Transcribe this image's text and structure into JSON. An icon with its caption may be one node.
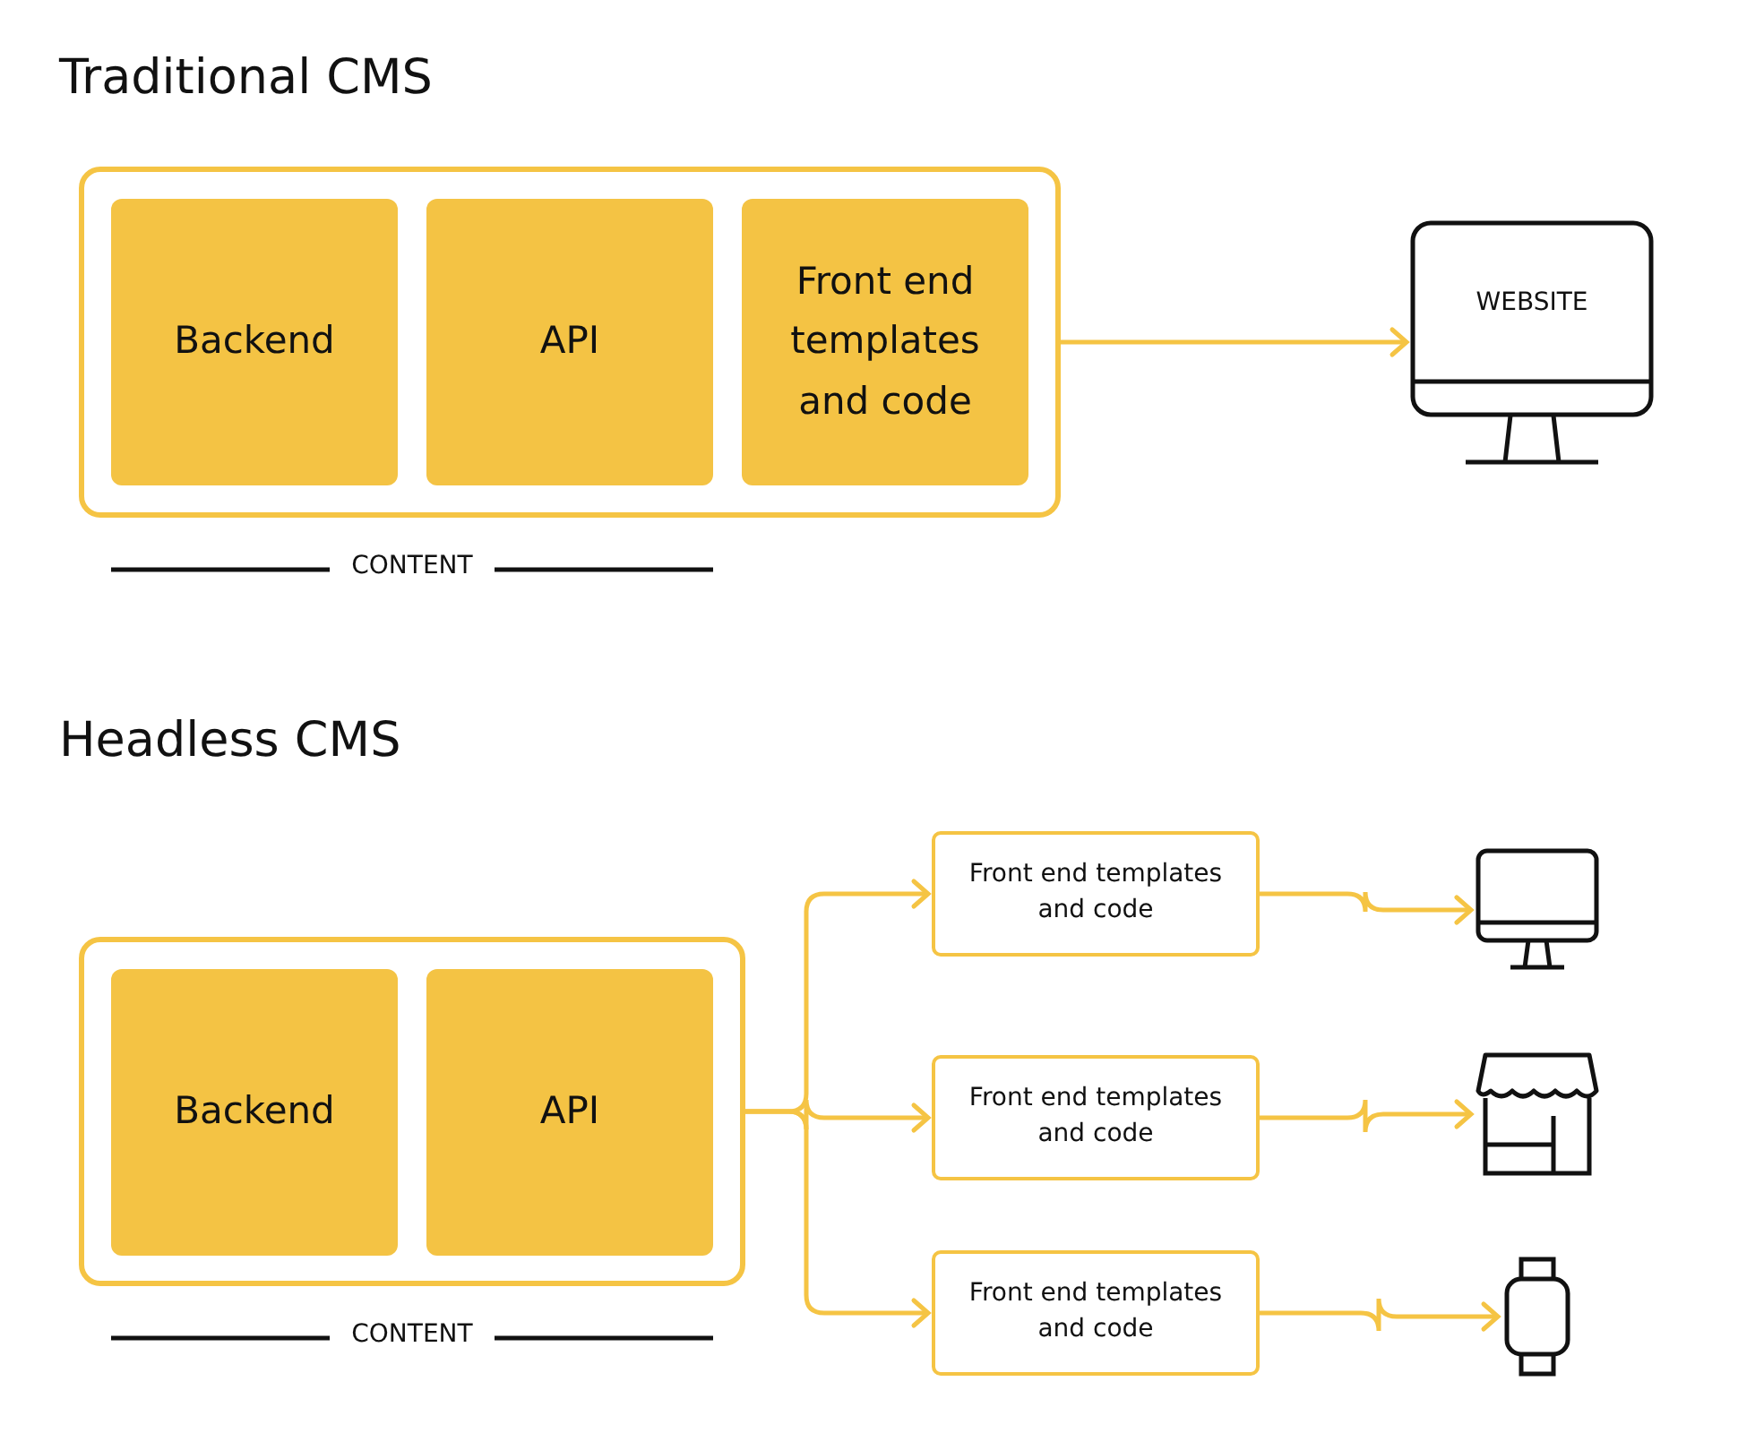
{
  "diagram": {
    "nodes": [
      {
        "text": [],
        "shape": "box",
        "beside": [
          "CONTENT"
        ]
      },
      {
        "text": [
          "Backend"
        ],
        "in": 0
      },
      {
        "text": [
          "API"
        ],
        "in": 0
      },
      {
        "text": [
          "Front end templates and code"
        ],
        "in": 0
      },
      {
        "text": [
          "WEBSITE"
        ]
      },
      {
        "text": [],
        "shape": "box",
        "beside": [
          "CONTENT"
        ]
      },
      {
        "text": [
          "Backend"
        ],
        "in": 5
      },
      {
        "text": [
          "API"
        ],
        "in": 5
      },
      {
        "text": [
          "Front end templates and code"
        ]
      },
      {
        "text": [
          "Front end templates and code"
        ]
      },
      {
        "text": [
          "Front end templates and code"
        ]
      },
      {
        "text": [],
        "shape": "monitor"
      },
      {
        "text": [],
        "shape": "storefront"
      },
      {
        "text": [],
        "shape": "smartwatch"
      }
    ],
    "edges": [
      {
        "from": 0,
        "to": 4,
        "arrow": "to"
      },
      {
        "from": 5,
        "to": 8,
        "arrow": "to"
      },
      {
        "from": 5,
        "to": 9,
        "arrow": "to"
      },
      {
        "from": 5,
        "to": 10,
        "arrow": "to"
      },
      {
        "from": 8,
        "to": 11,
        "arrow": "to"
      },
      {
        "from": 9,
        "to": 12,
        "arrow": "to"
      },
      {
        "from": 10,
        "to": 13,
        "arrow": "to"
      }
    ],
    "labels": [
      "Traditional CMS",
      "Headless CMS"
    ]
  }
}
